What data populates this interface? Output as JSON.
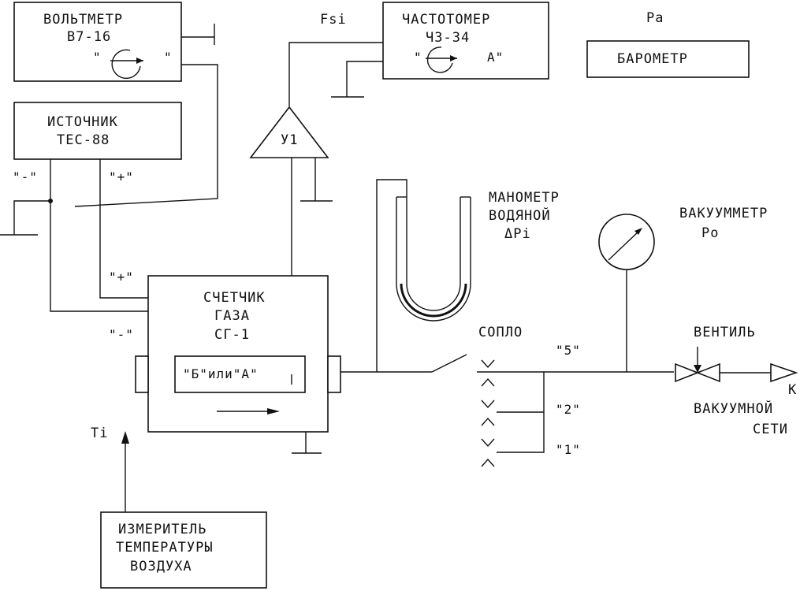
{
  "labels": {
    "voltmeter_title": "ВОЛЬТМЕТР",
    "voltmeter_model": "В7-16",
    "voltmeter_terminal_left": "\"",
    "voltmeter_terminal_right": "\"",
    "source_title": "ИСТОЧНИК",
    "source_model": "ТЕС-88",
    "fsi": "Fsi",
    "freq_title": "ЧАСТОТОМЕР",
    "freq_model": "Ч3-34",
    "freq_terminal_left": "\"",
    "freq_terminal_right": "A\"",
    "pa": "Pa",
    "barometer": "БАРОМЕТР",
    "amplifier": "У1",
    "minus_top": "\"-\"",
    "plus_top": "\"+\"",
    "plus_mid": "\"+\"",
    "minus_mid": "\"-\"",
    "counter_l1": "СЧЕТЧИК",
    "counter_l2": "ГАЗА",
    "counter_l3": "СГ-1",
    "counter_sensor": "\"Б\"или\"А\"",
    "manometer_l1": "МАНОМЕТР",
    "manometer_l2": "ВОДЯНОЙ",
    "manometer_l3": "ΔPi",
    "vacuummeter_l1": "ВАКУУММЕТР",
    "vacuummeter_l2": "Po",
    "nozzle": "СОПЛО",
    "valve": "ВЕНТИЛЬ",
    "nozzle_5": "\"5\"",
    "nozzle_2": "\"2\"",
    "nozzle_1": "\"1\"",
    "to_l1": "К",
    "to_l2": "ВАКУУМНОЙ",
    "to_l3": "СЕТИ",
    "ti": "Ti",
    "thermo_l1": "ИЗМЕРИТЕЛЬ",
    "thermo_l2": "ТЕМПЕРАТУРЫ",
    "thermo_l3": "ВОЗДУХА"
  }
}
